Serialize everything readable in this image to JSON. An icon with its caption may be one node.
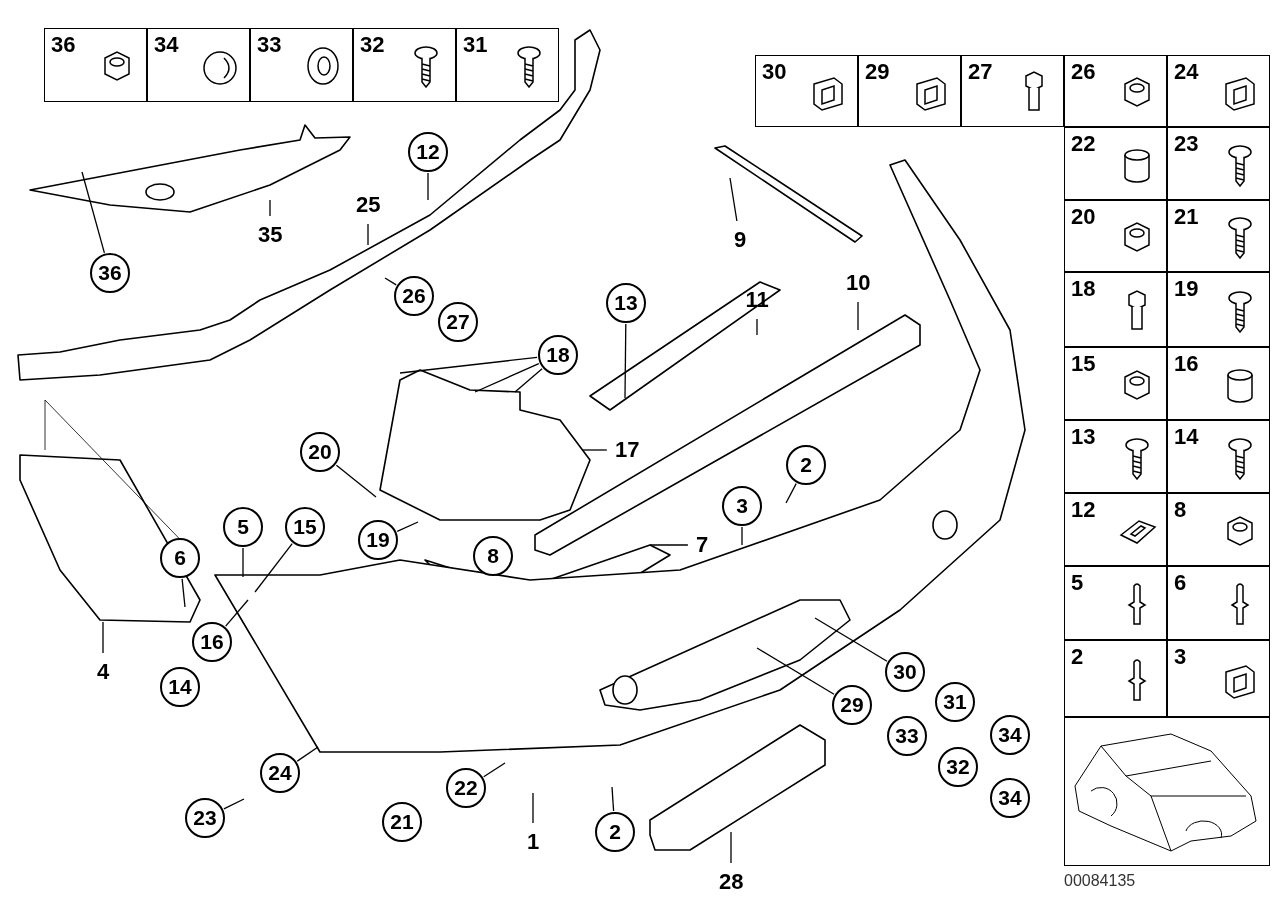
{
  "diagram": {
    "nodes": [
      {
        "text": [
          "36"
        ]
      },
      {
        "text": [
          "34"
        ]
      },
      {
        "text": [
          "33"
        ]
      },
      {
        "text": [
          "32"
        ]
      },
      {
        "text": [
          "31"
        ]
      },
      {
        "text": [
          "30"
        ]
      },
      {
        "text": [
          "29"
        ]
      },
      {
        "text": [
          "27"
        ]
      },
      {
        "text": [
          "26"
        ]
      },
      {
        "text": [
          "24"
        ]
      },
      {
        "text": [
          "22"
        ]
      },
      {
        "text": [
          "23"
        ]
      },
      {
        "text": [
          "20"
        ]
      },
      {
        "text": [
          "21"
        ]
      },
      {
        "text": [
          "18"
        ]
      },
      {
        "text": [
          "19"
        ]
      },
      {
        "text": [
          "15"
        ]
      },
      {
        "text": [
          "16"
        ]
      },
      {
        "text": [
          "13"
        ]
      },
      {
        "text": [
          "14"
        ]
      },
      {
        "text": [
          "12"
        ]
      },
      {
        "text": [
          "8"
        ]
      },
      {
        "text": [
          "5"
        ]
      },
      {
        "text": [
          "6"
        ]
      },
      {
        "text": [
          "2"
        ]
      },
      {
        "text": [
          "3"
        ]
      },
      {
        "text": [
          "12"
        ]
      },
      {
        "text": [
          "35"
        ]
      },
      {
        "text": [
          "25"
        ]
      },
      {
        "text": [
          "9"
        ]
      },
      {
        "text": [
          "36"
        ]
      },
      {
        "text": [
          "10"
        ]
      },
      {
        "text": [
          "11"
        ]
      },
      {
        "text": [
          "26"
        ]
      },
      {
        "text": [
          "13"
        ]
      },
      {
        "text": [
          "27"
        ]
      },
      {
        "text": [
          "18"
        ]
      },
      {
        "text": [
          "17"
        ]
      },
      {
        "text": [
          "20"
        ]
      },
      {
        "text": [
          "2"
        ]
      },
      {
        "text": [
          "3"
        ]
      },
      {
        "text": [
          "5"
        ]
      },
      {
        "text": [
          "15"
        ]
      },
      {
        "text": [
          "19"
        ]
      },
      {
        "text": [
          "7"
        ]
      },
      {
        "text": [
          "8"
        ]
      },
      {
        "text": [
          "6"
        ]
      },
      {
        "text": [
          "16"
        ]
      },
      {
        "text": [
          "4"
        ]
      },
      {
        "text": [
          "30"
        ]
      },
      {
        "text": [
          "14"
        ]
      },
      {
        "text": [
          "31"
        ]
      },
      {
        "text": [
          "29"
        ]
      },
      {
        "text": [
          "33"
        ]
      },
      {
        "text": [
          "34"
        ]
      },
      {
        "text": [
          "32"
        ]
      },
      {
        "text": [
          "24"
        ]
      },
      {
        "text": [
          "22"
        ]
      },
      {
        "text": [
          "34"
        ]
      },
      {
        "text": [
          "23"
        ]
      },
      {
        "text": [
          "21"
        ]
      },
      {
        "text": [
          "2"
        ]
      },
      {
        "text": [
          "1"
        ]
      },
      {
        "text": [
          "28"
        ]
      }
    ],
    "edges": [
      {
        "from": 26,
        "to": null,
        "arrow": "none"
      },
      {
        "from": 27,
        "to": null,
        "arrow": "none"
      },
      {
        "from": 28,
        "to": null,
        "arrow": "none"
      },
      {
        "from": 29,
        "to": null,
        "arrow": "none"
      },
      {
        "from": 30,
        "to": null,
        "arrow": "none"
      },
      {
        "from": 31,
        "to": null,
        "arrow": "none"
      },
      {
        "from": 32,
        "to": null,
        "arrow": "none"
      },
      {
        "from": 33,
        "to": null,
        "arrow": "none"
      },
      {
        "from": 34,
        "to": null,
        "arrow": "none"
      },
      {
        "from": 36,
        "to": null,
        "arrow": "none"
      },
      {
        "from": 36,
        "to": null,
        "arrow": "none"
      },
      {
        "from": 36,
        "to": null,
        "arrow": "none"
      },
      {
        "from": 37,
        "to": null,
        "arrow": "none"
      },
      {
        "from": 38,
        "to": null,
        "arrow": "none"
      },
      {
        "from": 43,
        "to": null,
        "arrow": "none"
      },
      {
        "from": 39,
        "to": null,
        "arrow": "none"
      },
      {
        "from": 40,
        "to": null,
        "arrow": "none"
      },
      {
        "from": 44,
        "to": null,
        "arrow": "none"
      },
      {
        "from": 46,
        "to": null,
        "arrow": "none"
      },
      {
        "from": 41,
        "to": null,
        "arrow": "none"
      },
      {
        "from": 42,
        "to": null,
        "arrow": "none"
      },
      {
        "from": 47,
        "to": null,
        "arrow": "none"
      },
      {
        "from": 48,
        "to": null,
        "arrow": "none"
      },
      {
        "from": 49,
        "to": null,
        "arrow": "none"
      },
      {
        "from": 52,
        "to": null,
        "arrow": "none"
      },
      {
        "from": 56,
        "to": null,
        "arrow": "none"
      },
      {
        "from": 59,
        "to": null,
        "arrow": "none"
      },
      {
        "from": 57,
        "to": null,
        "arrow": "none"
      },
      {
        "from": 62,
        "to": null,
        "arrow": "none"
      },
      {
        "from": 61,
        "to": null,
        "arrow": "none"
      },
      {
        "from": 63,
        "to": null,
        "arrow": "none"
      }
    ],
    "labels": [
      "00084135"
    ]
  }
}
